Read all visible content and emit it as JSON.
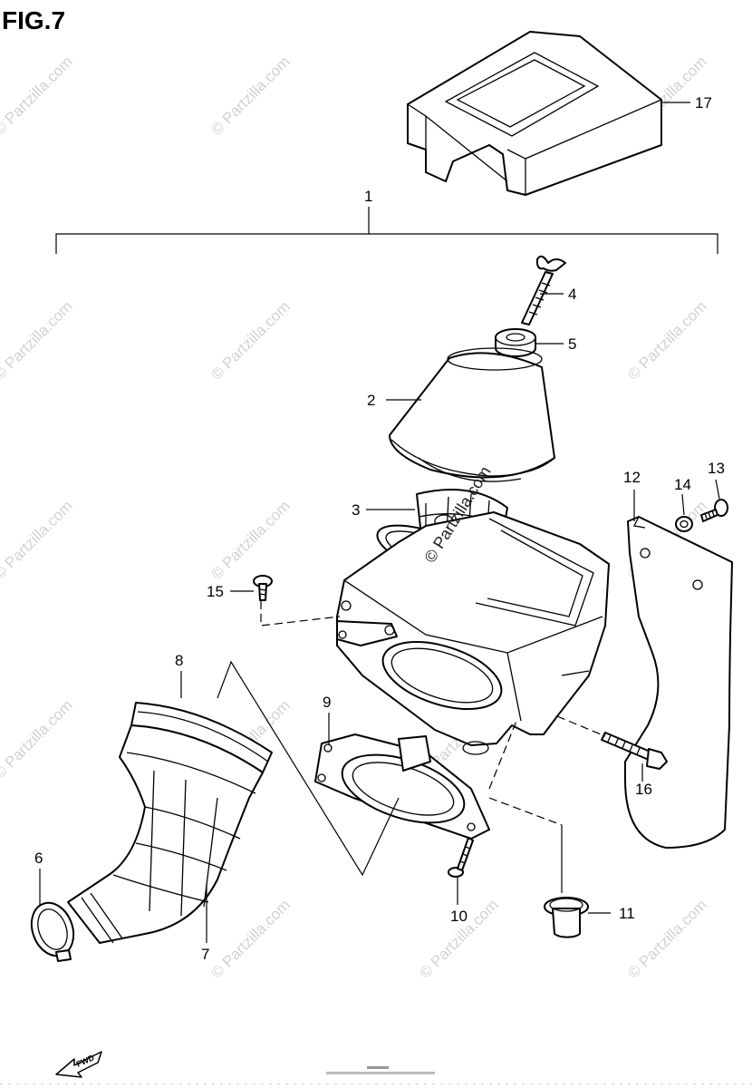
{
  "figure": {
    "title": "FIG.7"
  },
  "watermark": {
    "text": "© Partzilla.com"
  },
  "callouts": {
    "c1": "1",
    "c2": "2",
    "c3": "3",
    "c4": "4",
    "c5": "5",
    "c6": "6",
    "c7": "7",
    "c8": "8",
    "c9": "9",
    "c10": "10",
    "c11": "11",
    "c12": "12",
    "c13": "13",
    "c14": "14",
    "c15": "15",
    "c16": "16",
    "c17": "17"
  },
  "fwd": {
    "label": "FWD"
  },
  "colors": {
    "line": "#000000",
    "watermark": "#d2d2d2",
    "background": "#ffffff"
  }
}
